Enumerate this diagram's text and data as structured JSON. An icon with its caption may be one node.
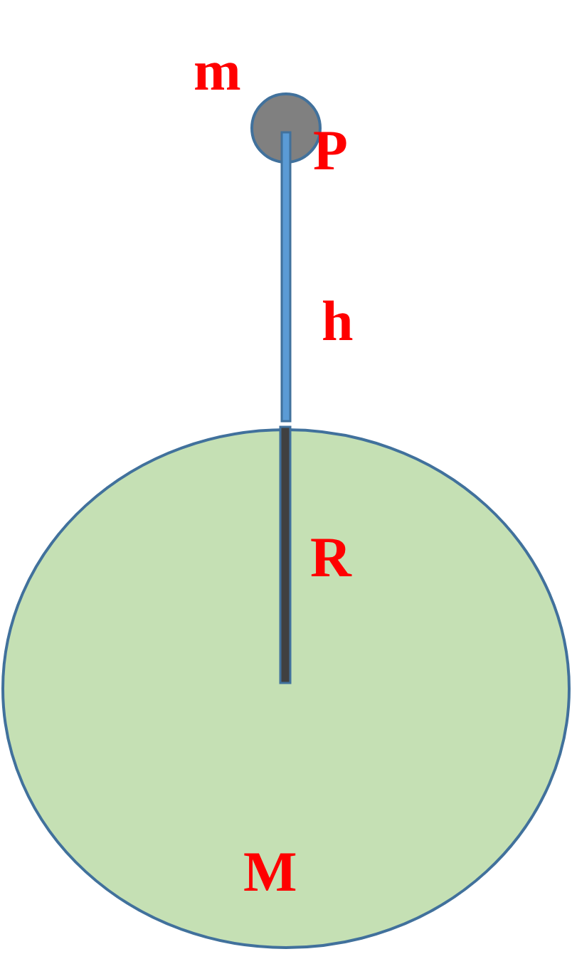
{
  "diagram": {
    "nodes": [
      {
        "text": [
          "M"
        ]
      },
      {
        "text": [],
        "shape": "circle"
      }
    ],
    "labels": [
      "m",
      "P",
      "h",
      "R"
    ]
  }
}
